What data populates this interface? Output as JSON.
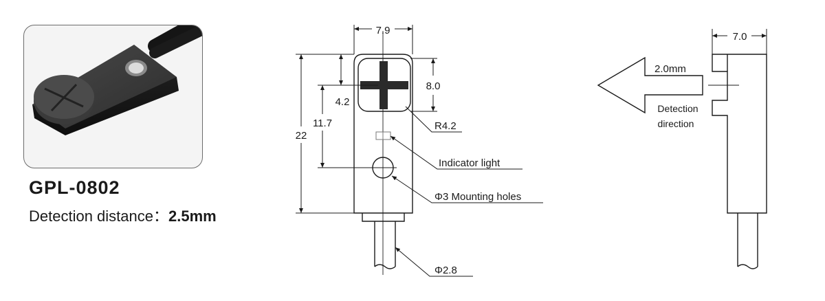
{
  "product": {
    "model": "GPL-0802",
    "detection_label": "Detection distance：",
    "detection_value": "2.5mm"
  },
  "front_view": {
    "width": "7.9",
    "height_total": "22",
    "hole_offset": "11.7",
    "cap_offset": "4.2",
    "cap_size": "8.0",
    "radius": "R4.2",
    "indicator": "Indicator light",
    "mounting_holes": "Φ3 Mounting holes",
    "cable": "Φ2.8"
  },
  "side_view": {
    "width": "7.0",
    "distance": "2.0mm",
    "direction_line1": "Detection",
    "direction_line2": "direction"
  },
  "colors": {
    "line": "#1a1a1a",
    "cross": "#2b2b2b",
    "sensor_body": "#2a2a2a"
  }
}
